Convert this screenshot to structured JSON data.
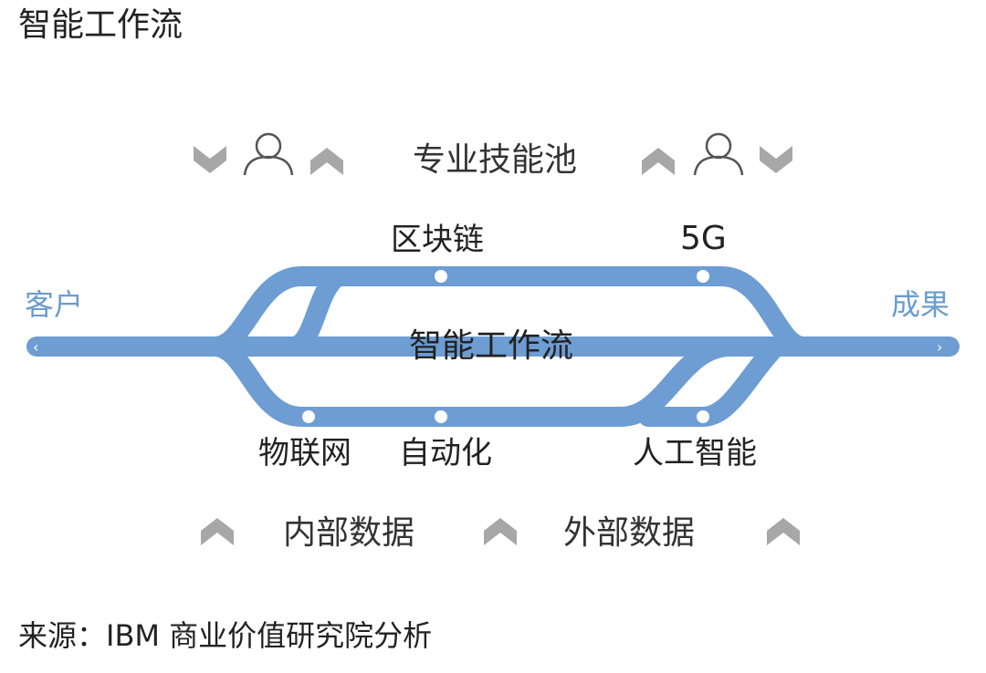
{
  "title": "智能工作流",
  "top_pool": {
    "label": "专业技能池",
    "icons": [
      "chevron-down-icon",
      "person-icon",
      "chevron-up-icon",
      "chevron-up-icon",
      "person-icon",
      "chevron-down-icon"
    ]
  },
  "flow": {
    "start_label": "客户",
    "end_label": "成果",
    "center_label": "智能工作流",
    "top_nodes": [
      "区块链",
      "5G"
    ],
    "bottom_nodes": [
      "物联网",
      "自动化",
      "人工智能"
    ]
  },
  "data_sources": {
    "internal": "内部数据",
    "external": "外部数据",
    "icons": [
      "chevron-up-icon",
      "chevron-up-icon",
      "chevron-up-icon"
    ]
  },
  "source": "来源：IBM 商业价值研究院分析",
  "colors": {
    "track": "#6d9dd3",
    "side_label": "#6a9ccf",
    "chevron": "#a7a7a7",
    "person": "#555555",
    "node": "#ffffff",
    "text": "#222222"
  }
}
